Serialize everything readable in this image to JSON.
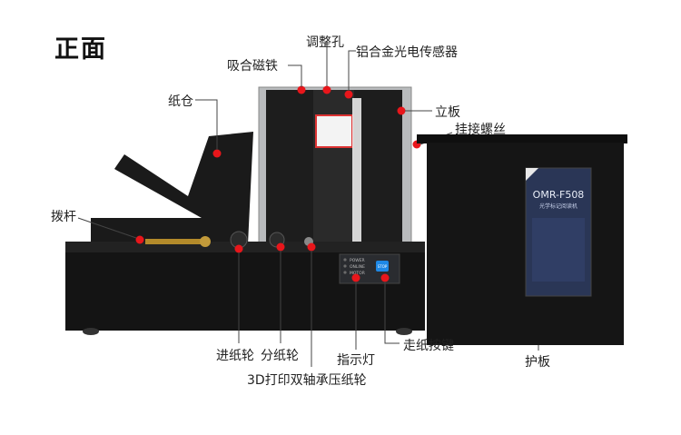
{
  "title": "正面",
  "colors": {
    "callout": "#e8161b",
    "machine": "#151515",
    "accent": "#1e88e5"
  },
  "labels": {
    "magnet": "吸合磁铁",
    "adjust_hole": "调整孔",
    "sensor": "铝合金光电传感器",
    "paper_bin": "纸仓",
    "upright_board": "立板",
    "hanging_screw": "挂接螺丝",
    "lever": "拨杆",
    "feed_wheel": "进纸轮",
    "separate_wheel": "分纸轮",
    "indicator": "指示灯",
    "feed_button": "走纸按键",
    "printed_roller": "3D打印双轴承压纸轮",
    "cover": "护板"
  },
  "panel": {
    "power": "POWER",
    "online": "ONLINE",
    "motor": "MOTOR",
    "stop": "STOP"
  },
  "cover_screen": {
    "model": "OMR-F508",
    "subtitle": "光学标记阅读机"
  }
}
